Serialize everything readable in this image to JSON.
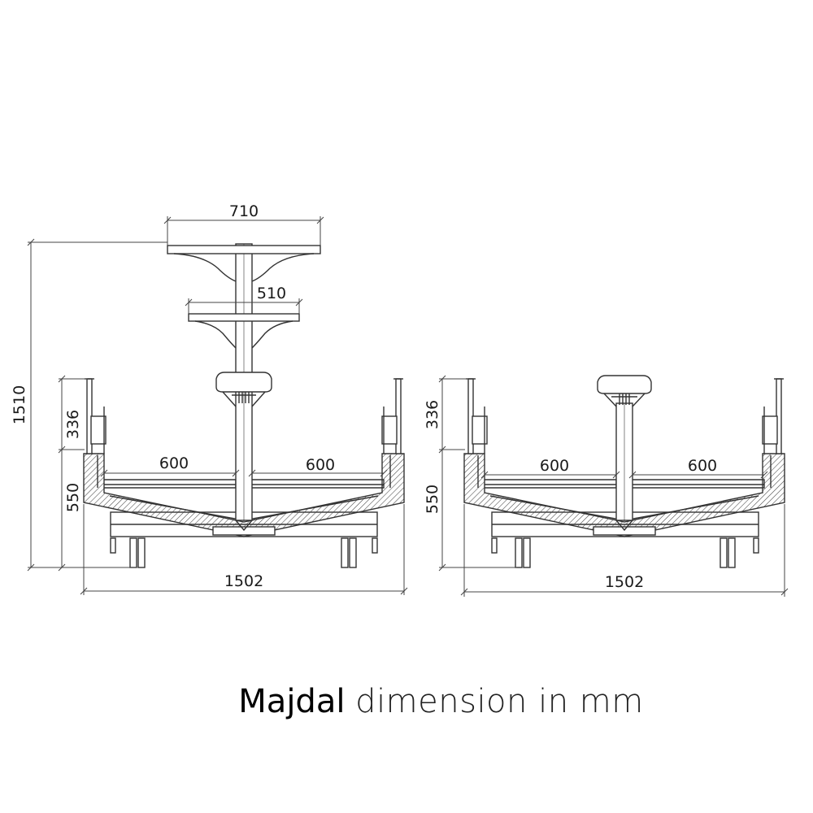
{
  "left_view": {
    "top_shelf_width": "710",
    "middle_shelf_width": "510",
    "overall_height": "1510",
    "upper_height": "336",
    "lower_height": "550",
    "left_tray_width": "600",
    "right_tray_width": "600",
    "overall_width": "1502"
  },
  "right_view": {
    "upper_height": "336",
    "lower_height": "550",
    "left_tray_width": "600",
    "right_tray_width": "600",
    "overall_width": "1502"
  },
  "caption": {
    "brand": "Majdal",
    "text": "dimension in mm"
  },
  "colors": {
    "line": "#333333",
    "text": "#1a1a1a",
    "background": "#ffffff"
  }
}
